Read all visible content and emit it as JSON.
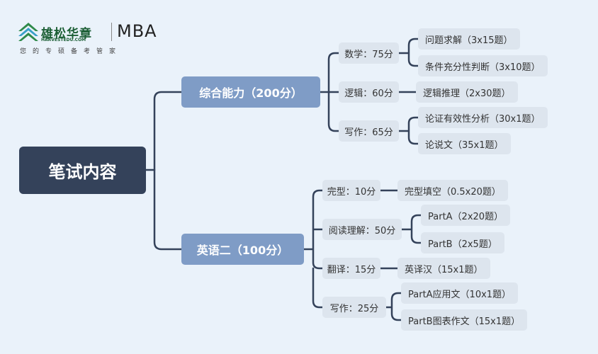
{
  "logo": {
    "brand_cn": "雄松华章",
    "brand_en": "HARVESTEDU.COM",
    "product": "MBA",
    "slogan": "您的专硕备考管家"
  },
  "mindmap": {
    "root": "笔试内容",
    "branches": [
      {
        "label": "综合能力（200分）",
        "subjects": [
          {
            "label": "数学：75分",
            "items": [
              "问题求解（3x15题）",
              "条件充分性判断（3x10题）"
            ]
          },
          {
            "label": "逻辑：60分",
            "items": [
              "逻辑推理（2x30题）"
            ]
          },
          {
            "label": "写作：65分",
            "items": [
              "论证有效性分析（30x1题）",
              "论说文（35x1题）"
            ]
          }
        ]
      },
      {
        "label": "英语二（100分）",
        "subjects": [
          {
            "label": "完型：10分",
            "items": [
              "完型填空（0.5x20题）"
            ]
          },
          {
            "label": "阅读理解：50分",
            "items": [
              "PartA（2x20题）",
              "PartB（2x5题）"
            ]
          },
          {
            "label": "翻译：15分",
            "items": [
              "英译汉（15x1题）"
            ]
          },
          {
            "label": "写作：25分",
            "items": [
              "PartA应用文（10x1题）",
              "PartB图表作文（15x1题）"
            ]
          }
        ]
      }
    ]
  }
}
